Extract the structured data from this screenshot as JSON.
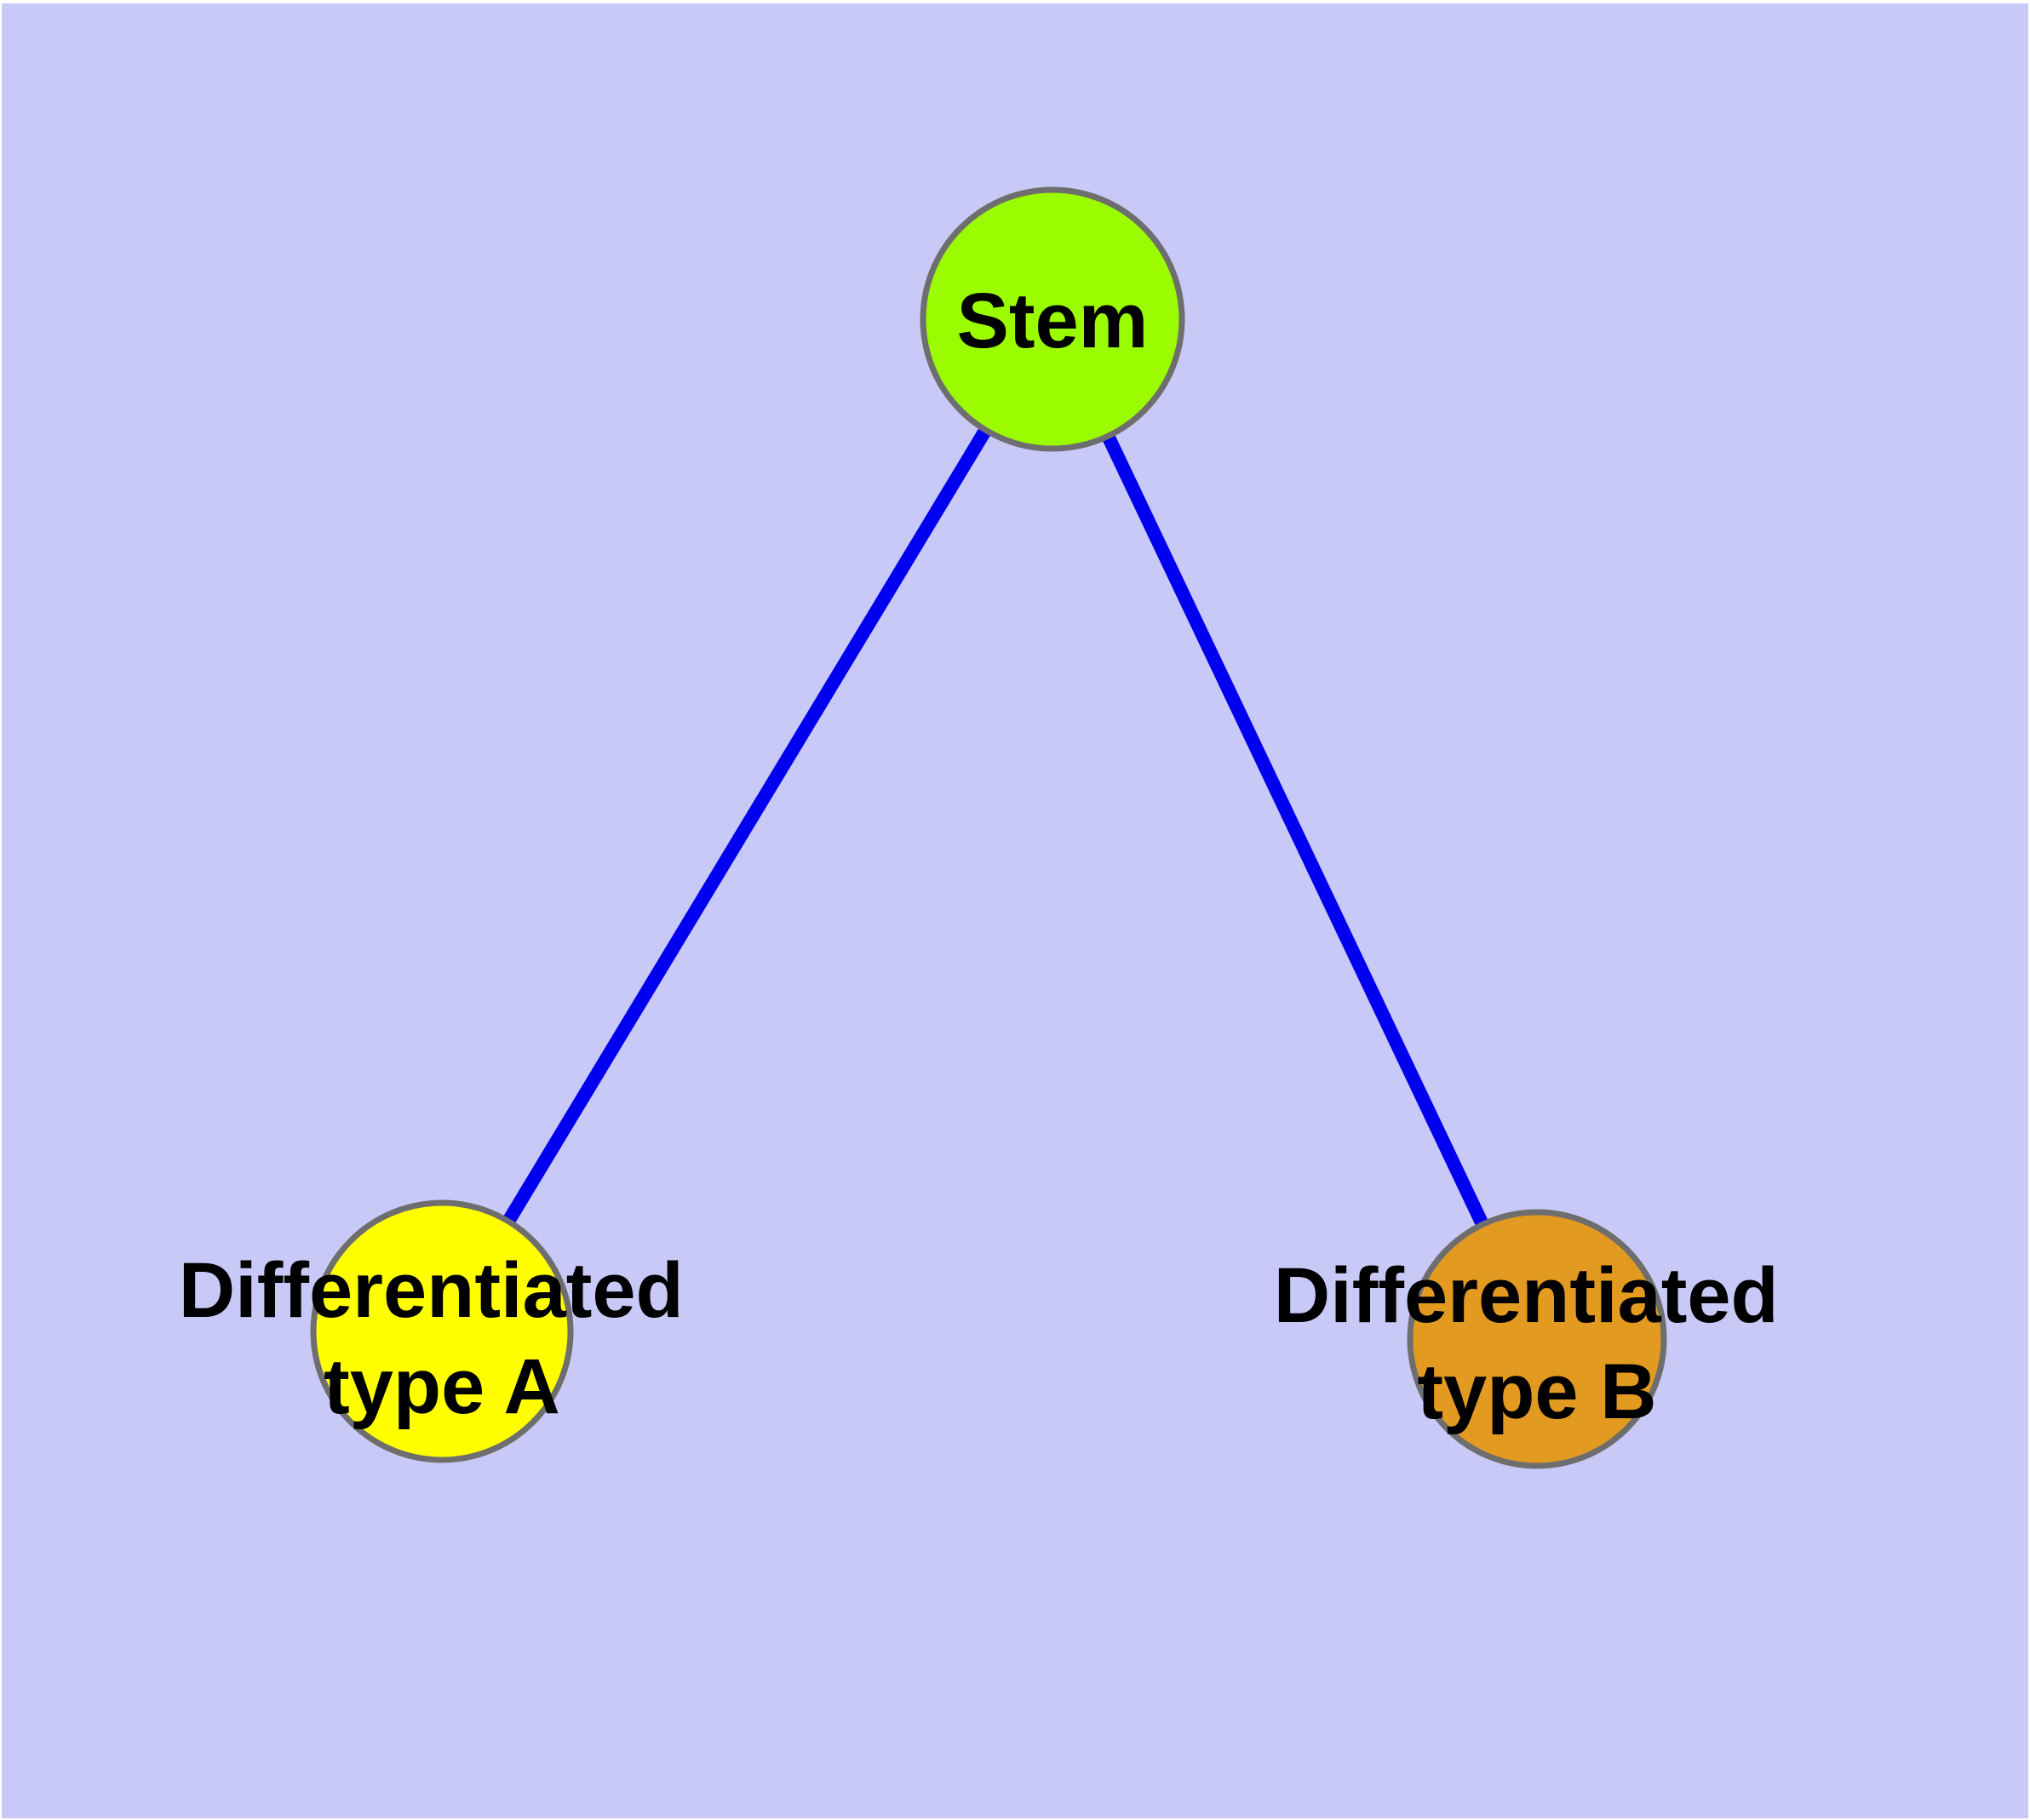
{
  "figure": {
    "background_color": "#c9c9f7",
    "frame_color": "#ffffff",
    "text_color": "#000000"
  },
  "nodes": [
    {
      "id": "stem",
      "label": "Stem",
      "label_lines": [
        "Stem"
      ],
      "fill": "#9bfb00",
      "border_color": "#6e6e6e"
    },
    {
      "id": "differentiated-type-a",
      "label": "Differentiated type A",
      "label_lines": [
        "Differentiated",
        "type A"
      ],
      "fill": "#ffff00",
      "border_color": "#6e6e6e"
    },
    {
      "id": "differentiated-type-b",
      "label": "Differentiated type B",
      "label_lines": [
        "Differentiated",
        "type B"
      ],
      "fill": "#e29a20",
      "border_color": "#6e6e6e"
    }
  ],
  "edges": [
    {
      "from": "stem",
      "to": "differentiated-type-a",
      "color": "#0000f0"
    },
    {
      "from": "stem",
      "to": "differentiated-type-b",
      "color": "#0000f0"
    }
  ]
}
